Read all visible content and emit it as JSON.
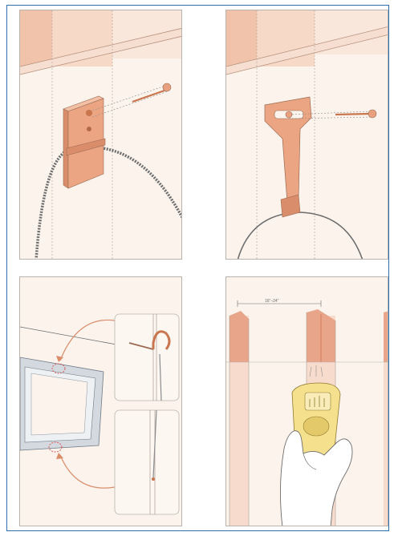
{
  "figure": {
    "panels": [
      {
        "id": "panel-1",
        "subject": "wall-anchor-with-nail-and-wire"
      },
      {
        "id": "panel-2",
        "subject": "sawtooth-hanger-with-nail-and-wire"
      },
      {
        "id": "panel-3",
        "subject": "frame-with-hook-and-wire-insets"
      },
      {
        "id": "panel-4",
        "subject": "stud-finder-on-wall"
      }
    ],
    "measure_label": "16\"–24\""
  },
  "colors": {
    "frame_border": "#2f6fb0",
    "wall": "#fbf3ec",
    "stud_band": "#f0c9b4",
    "stud_top": "#e8a58a",
    "hardware": "#e8a07e",
    "hardware_dark": "#c9764f",
    "stud_finder": "#f5e08e"
  }
}
